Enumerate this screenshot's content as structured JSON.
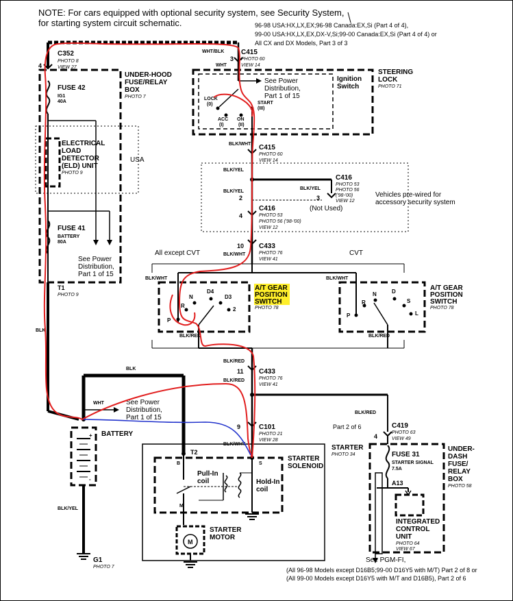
{
  "note": {
    "line1": "NOTE: For cars equipped with optional security system, see Security System,",
    "line2": "for starting system circuit schematic.",
    "ref1": "96-98 USA:HX,LX,EX;96-98 Canada:EX,Si (Part 4 of 4),",
    "ref2": "99-00 USA:HX,LX,EX,DX-V,Si;99-00 Canada:EX,Si (Part 4 of 4)  or",
    "ref3": "All CX and DX Models, Part 3 of 3"
  },
  "connectors": {
    "c352": {
      "name": "C352",
      "photo": "PHOTO 8",
      "view": "VIEW 27",
      "pin": "4"
    },
    "c415_top": {
      "name": "C415",
      "photo": "PHOTO 60",
      "view": "VIEW 14",
      "pin": "3",
      "wire_a": "WHT/BLK",
      "wire_b": "WHT"
    },
    "c415_mid": {
      "name": "C415",
      "photo": "PHOTO 60",
      "view": "VIEW 14",
      "wire": "BLK/WHT"
    },
    "c416_a": {
      "name": "C416",
      "photo": "PHOTO 53",
      "view_a": "PHOTO 56",
      "view_b": "('98-'00)",
      "view": "VIEW 12",
      "pin": "3",
      "wire": "BLK/YEL"
    },
    "c416_b": {
      "name": "C416",
      "photo": "PHOTO 53",
      "view_a": "PHOTO 56 ('98-'00)",
      "view": "VIEW 12",
      "pin": "4"
    },
    "c433_top": {
      "name": "C433",
      "photo": "PHOTO 76",
      "view": "VIEW 41",
      "pin": "10",
      "wire": "BLK/WHT"
    },
    "c433_bot": {
      "name": "C433",
      "photo": "PHOTO 76",
      "view": "VIEW 41",
      "pin": "11",
      "wire": "BLK/RED"
    },
    "c101": {
      "name": "C101",
      "photo": "PHOTO 21",
      "view": "VIEW 28",
      "pin": "9",
      "wire": "BLK/WHT"
    },
    "c419": {
      "name": "C419",
      "photo": "PHOTO 63",
      "view": "VIEW 49",
      "pin": "4",
      "wire": "BLK/RED"
    }
  },
  "wires": {
    "blk_yel_1": "BLK/YEL",
    "blk_yel_2": "BLK/YEL",
    "pin2": "2",
    "not_used": "(Not Used)",
    "blk_wht_sw": "BLK/WHT",
    "blk_wht_cvt": "BLK/WHT",
    "blk_red_sw": "BLK/RED",
    "blk_red_cvt": "BLK/RED",
    "blk_red_1": "BLK/RED",
    "blk_red_2": "BLK/RED",
    "blk_main": "BLK",
    "blk_top": "BLK",
    "wht_bat": "WHT",
    "blk_yel_gnd": "BLK/YEL",
    "c101_wire": "BLK/WHT"
  },
  "underhood": {
    "title1": "UNDER-HOOD",
    "title2": "FUSE/RELAY",
    "title3": "BOX",
    "photo": "PHOTO 7",
    "fuse42": "FUSE 42",
    "fuse42_a": "IG1",
    "fuse42_b": "40A",
    "fuse41": "FUSE 41",
    "fuse41_a": "BATTERY",
    "fuse41_b": "80A",
    "see1": "See Power",
    "see2": "Distribution,",
    "see3": "Part 1 of 15",
    "t1": "T1",
    "t1_photo": "PHOTO 9"
  },
  "eld": {
    "l1": "ELECTRICAL",
    "l2": "LOAD",
    "l3": "DETECTOR",
    "l4": "(ELD) UNIT",
    "photo": "PHOTO 9",
    "usa": "USA"
  },
  "ignition": {
    "title1": "Ignition",
    "title2": "Switch",
    "steering1": "STEERING",
    "steering2": "LOCK",
    "photo": "PHOTO 71",
    "see1": "See Power",
    "see2": "Distribution,",
    "see3": "Part 1 of 15",
    "lock": "LOCK",
    "lock_n": "(0)",
    "acc": "ACC",
    "acc_n": "(I)",
    "on": "ON",
    "on_n": "(II)",
    "start": "START",
    "start_n": "(III)"
  },
  "security": {
    "l1": "Vehicles pre-wired for",
    "l2": "accessory security system"
  },
  "gear": {
    "all_except": "All except CVT",
    "cvt": "CVT",
    "title1": "A/T GEAR",
    "title2": "POSITION",
    "title3": "SWITCH",
    "photo": "PHOTO 78",
    "p": "P",
    "r": "R",
    "n": "N",
    "d4": "D4",
    "d3": "D3",
    "two": "2",
    "cp": "P",
    "cr": "R",
    "cn": "N",
    "cd": "D",
    "cs": "S",
    "cl": "L"
  },
  "battery": {
    "label": "BATTERY",
    "plus": "+",
    "minus": "-",
    "see1": "See Power",
    "see2": "Distribution,",
    "see3": "Part 1 of 15",
    "g1": "G1",
    "g1_photo": "PHOTO 7"
  },
  "starter": {
    "label": "STARTER",
    "photo": "PHOTO 34",
    "solenoid1": "STARTER",
    "solenoid2": "SOLENOID",
    "t2": "T2",
    "b": "B",
    "s": "S",
    "m": "M",
    "pullin1": "Pull-In",
    "pullin2": "coil",
    "holdin1": "Hold-In",
    "holdin2": "coil",
    "motor1": "STARTER",
    "motor2": "MOTOR",
    "motor_sym": "M"
  },
  "underdash": {
    "part": "Part 2 of 6",
    "title1": "UNDER-",
    "title2": "DASH",
    "title3": "FUSE/",
    "title4": "RELAY",
    "title5": "BOX",
    "photo": "PHOTO 58",
    "fuse31": "FUSE 31",
    "fuse31_a": "STARTER SIGNAL",
    "fuse31_b": "7.5A",
    "a13": "A13",
    "icu1": "INTEGRATED",
    "icu2": "CONTROL",
    "icu3": "UNIT",
    "icu_photo": "PHOTO 64",
    "icu_view": "VIEW 67",
    "pgm": "See PGM-FI,",
    "foot1": "(All 96-98 Models except D16B5;99-00 D16Y5 with M/T) Part 2 of 8 or",
    "foot2": "(All 99-00 Models except D16Y5 with M/T and D16B5), Part 2 of 6"
  },
  "colors": {
    "highlight": "#ffef2a",
    "trace_red": "#e11d1d",
    "trace_blue": "#2233cc"
  }
}
